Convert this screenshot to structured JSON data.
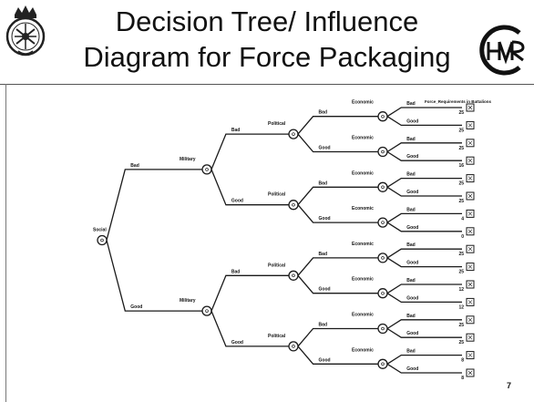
{
  "slide": {
    "title_line1": "Decision Tree/ Influence",
    "title_line2": "Diagram for Force Packaging",
    "page_number": "7"
  },
  "tree": {
    "root_label": "Social",
    "level_labels": [
      "Military",
      "Political",
      "Economic"
    ],
    "branch_bad": "Bad",
    "branch_good": "Good",
    "output_header": "Force_Requirements in Battalions",
    "leaf_values": [
      "25",
      "25",
      "25",
      "16",
      "25",
      "25",
      "4",
      "0",
      "25",
      "25",
      "12",
      "12",
      "25",
      "25",
      "8",
      "8"
    ]
  },
  "colors": {
    "line": "#1a1a1a",
    "background": "#ffffff"
  },
  "icons": {
    "left_logo": "crest-emblem-icon",
    "right_logo": "hvr-monogram-icon"
  }
}
